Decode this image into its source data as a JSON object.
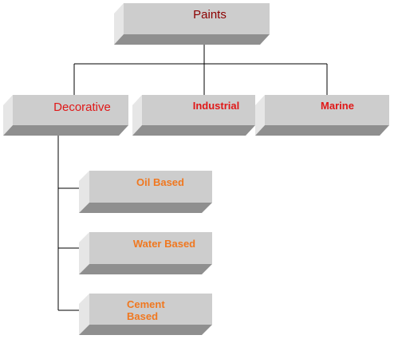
{
  "colors": {
    "face": "#cdcdcd",
    "left_side": "#e6e6e6",
    "bottom_side": "#8f8f8f",
    "line": "#000000",
    "title_text": "#8b0000",
    "category_text": "#e01818",
    "subtype_text": "#f07820"
  },
  "diagram": {
    "root": {
      "label": "Paints"
    },
    "categories": [
      {
        "label": "Decorative"
      },
      {
        "label": "Industrial"
      },
      {
        "label": "Marine"
      }
    ],
    "subtypes": [
      {
        "label": "Oil Based"
      },
      {
        "label": "Water Based"
      },
      {
        "label_line1": "Cement",
        "label_line2": "Based"
      }
    ]
  }
}
